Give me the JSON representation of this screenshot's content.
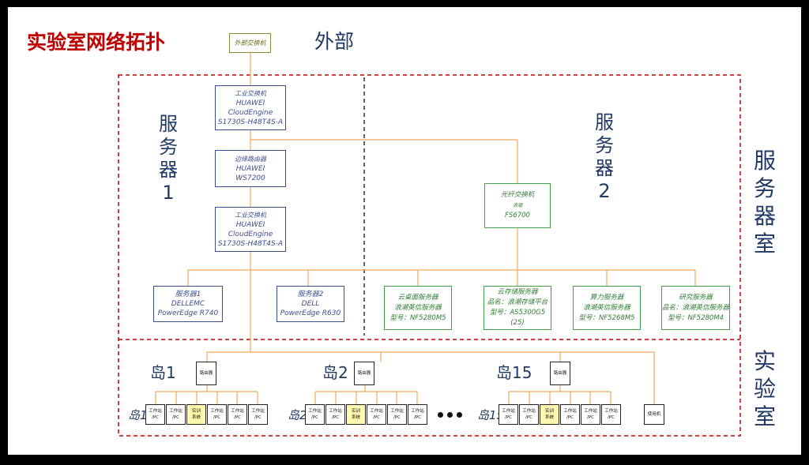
{
  "title": "实验室网络拓扑",
  "external": {
    "label": "外部",
    "switch_label": "外部交换机"
  },
  "zones": {
    "server_room": [
      "服",
      "务",
      "器",
      "室"
    ],
    "lab": [
      "实",
      "验",
      "室"
    ],
    "server1": [
      "服",
      "务",
      "器",
      "1"
    ],
    "server2": [
      "服",
      "务",
      "器",
      "2"
    ]
  },
  "devices": {
    "core_switch_top": [
      "工业交换机",
      "HUAWEI",
      "CloudEngine",
      "S1730S-H48T4S-A"
    ],
    "firewall_router": [
      "边缘路由器",
      "HUAWEI",
      "WS7200"
    ],
    "core_switch_bottom": [
      "工业交换机",
      "HUAWEI",
      "CloudEngine",
      "S1730S-H48T4S-A"
    ],
    "fiber_switch": [
      "光纤交换机",
      "浪潮",
      "FS6700"
    ],
    "server_a": [
      "服务器1",
      "DELLEMC",
      "PowerEdge R740"
    ],
    "server_b": [
      "服务器2",
      "DELL",
      "PowerEdge R630"
    ],
    "server_c": [
      "云桌面服务器",
      "浪潮英信服务器",
      "型号：NF5280M5"
    ],
    "server_d": [
      "云存储服务器",
      "品名：浪潮存储平台",
      "型号：AS5300G5 (25)"
    ],
    "server_e": [
      "算力服务器",
      "浪潮英信服务器",
      "型号：NF5268M5"
    ],
    "server_f": [
      "研究服务器",
      "品名：浪潮英信服务器",
      "型号：NF5280M4"
    ]
  },
  "islands": {
    "island1": {
      "label": "岛1",
      "side_label": "岛1"
    },
    "island2": {
      "label": "岛2",
      "side_label": "岛2"
    },
    "island15": {
      "label": "岛15",
      "side_label": "岛15"
    },
    "router_label": "路由器",
    "workstation": [
      "工作站",
      "/PC"
    ],
    "special": [
      "实训",
      "系统"
    ],
    "printer": "使用机"
  }
}
